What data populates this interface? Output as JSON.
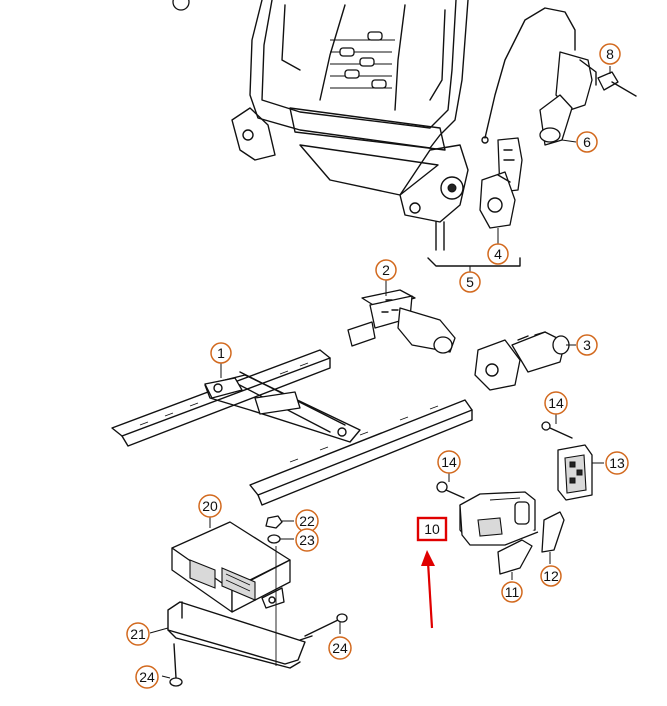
{
  "callouts": [
    {
      "id": "c1",
      "label": "1"
    },
    {
      "id": "c2",
      "label": "2"
    },
    {
      "id": "c3",
      "label": "3"
    },
    {
      "id": "c4",
      "label": "4"
    },
    {
      "id": "c5",
      "label": "5"
    },
    {
      "id": "c6",
      "label": "6"
    },
    {
      "id": "c8",
      "label": "8"
    },
    {
      "id": "c10",
      "label": "10"
    },
    {
      "id": "c11",
      "label": "11"
    },
    {
      "id": "c12",
      "label": "12"
    },
    {
      "id": "c13",
      "label": "13"
    },
    {
      "id": "c14a",
      "label": "14"
    },
    {
      "id": "c14b",
      "label": "14"
    },
    {
      "id": "c20",
      "label": "20"
    },
    {
      "id": "c21",
      "label": "21"
    },
    {
      "id": "c22",
      "label": "22"
    },
    {
      "id": "c23",
      "label": "23"
    },
    {
      "id": "c24a",
      "label": "24"
    },
    {
      "id": "c24b",
      "label": "24"
    }
  ],
  "highlight": {
    "label": "10",
    "color": "#e00000"
  },
  "colors": {
    "callout_ring": "#d2691e",
    "line": "#111111",
    "arrow": "#e00000"
  }
}
